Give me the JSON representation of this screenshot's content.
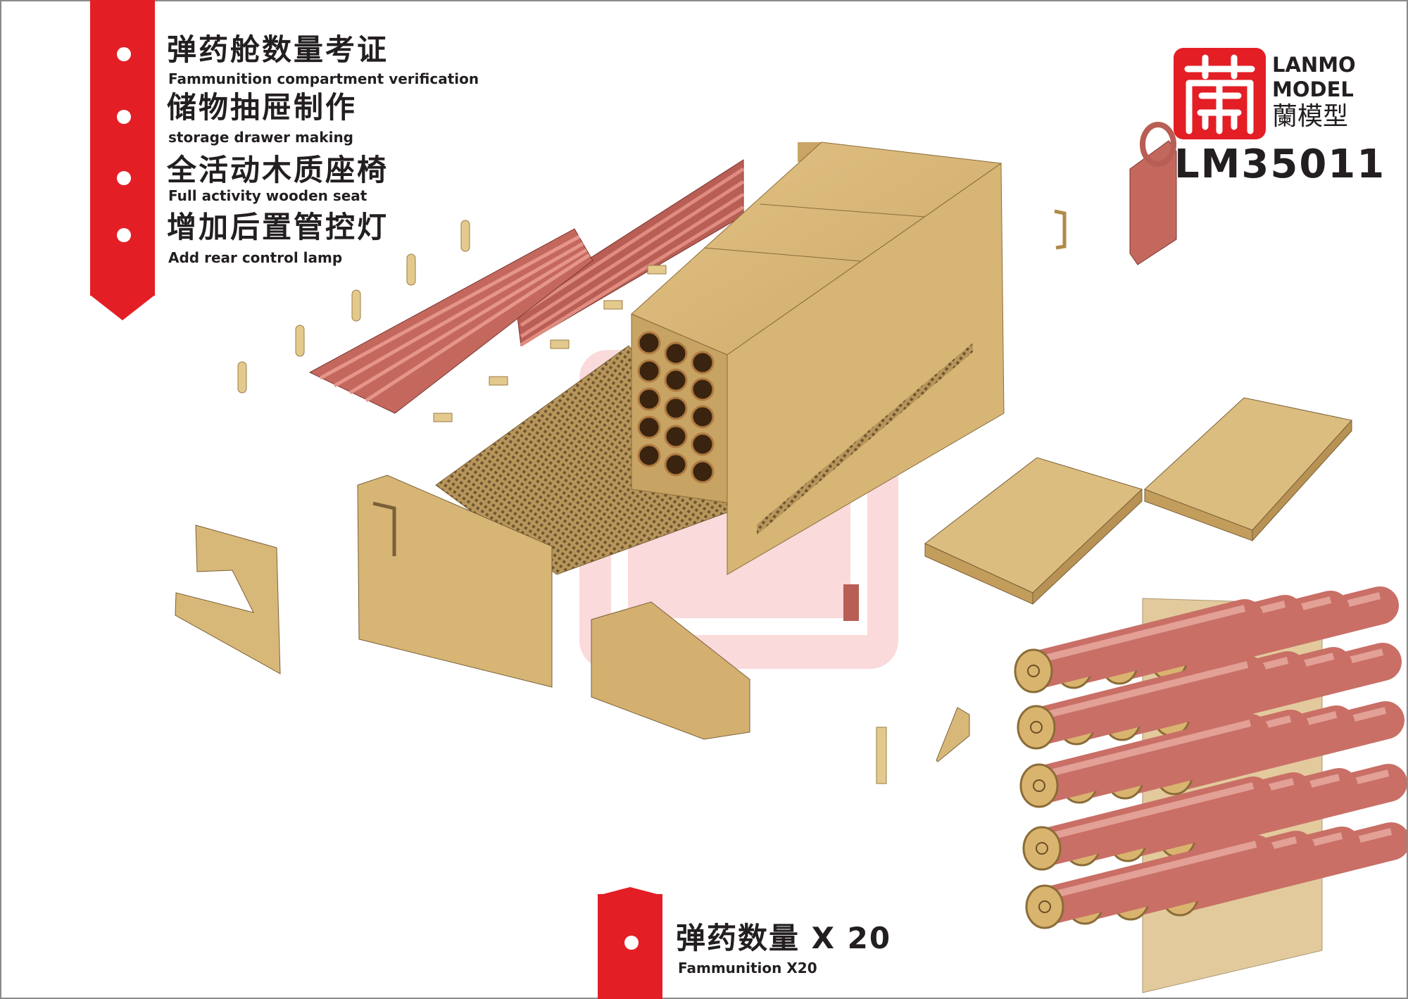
{
  "features": [
    {
      "zh": "弹药舱数量考证",
      "en": "Fammunition compartment verification"
    },
    {
      "zh": "储物抽屉制作",
      "en": "storage drawer making"
    },
    {
      "zh": "全活动木质座椅",
      "en": "Full activity wooden seat"
    },
    {
      "zh": "增加后置管控灯",
      "en": "Add rear control lamp"
    }
  ],
  "logo": {
    "mark_text": "蘭",
    "line1": "LANMO",
    "line2": "MODEL",
    "line3": "蘭模型"
  },
  "product_code": "LM35011",
  "ammo": {
    "zh": "弹药数量 X 20",
    "en": "Fammunition X20"
  },
  "colors": {
    "brand_red": "#e31e25",
    "wood": "#d8b878",
    "ammo_red": "#c96f66",
    "text": "#231f20"
  }
}
